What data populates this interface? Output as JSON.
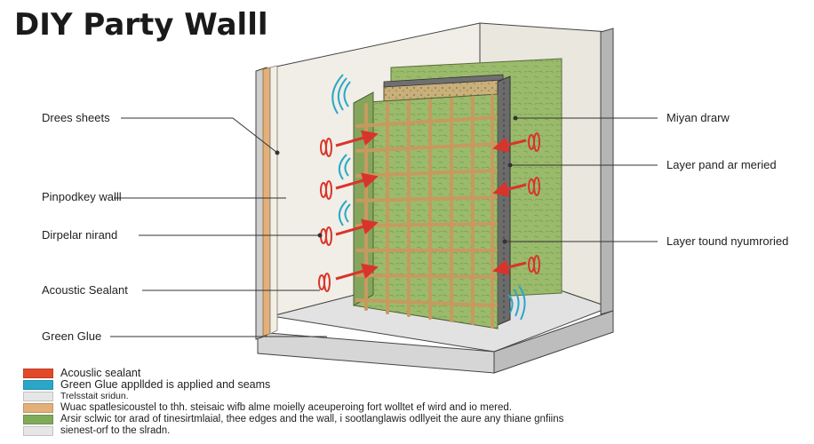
{
  "title": "DIY Party Walll",
  "labels_left": [
    "Drees sheets",
    "Pinpodkey walll",
    "Dirpelar nirand",
    "Acoustic Sealant",
    "Green Glue"
  ],
  "labels_right": [
    "Miyan drarw",
    "Layer pand ar meried",
    "Layer tound nyumroried"
  ],
  "legend": [
    {
      "text": "Acouslic sealant",
      "color": "#e04a2a"
    },
    {
      "text": "Green Glue appllded is applied and seams",
      "color": "#2aa7c8"
    },
    {
      "text": "Trelsstait sridun.",
      "color": "#e6e6e6"
    },
    {
      "text": "Wuac spatlesicoustel to thh. steisaic wifb alme moielly aceuperoing fort wolltet ef wird and io mered.",
      "color": "#e3b07a"
    },
    {
      "text": "Arsir sclwic tor arad of tinesirtmlaial, thee edges and the wall, i sootlanglawis odllyeit the aure any thiane gnfiins",
      "color": "#7faa5a"
    },
    {
      "text": "sienest-orf to the slradn.",
      "color": "#e6e6e6"
    }
  ]
}
